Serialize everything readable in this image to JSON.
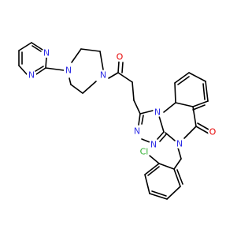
{
  "colors": {
    "bond": "#000000",
    "N": "#2f2fe6",
    "O": "#e60000",
    "Cl": "#2fb02f",
    "background": "#ffffff"
  },
  "atom_labels": {
    "n_pyr1": "N",
    "n_pyr2": "N",
    "n_pip1": "N",
    "n_pip2": "N",
    "o_amide": "O",
    "n_tri_a": "N",
    "n_tri_b": "N",
    "n_tri_c": "N",
    "n_quin": "N",
    "o_ketone": "O",
    "cl": "Cl"
  }
}
